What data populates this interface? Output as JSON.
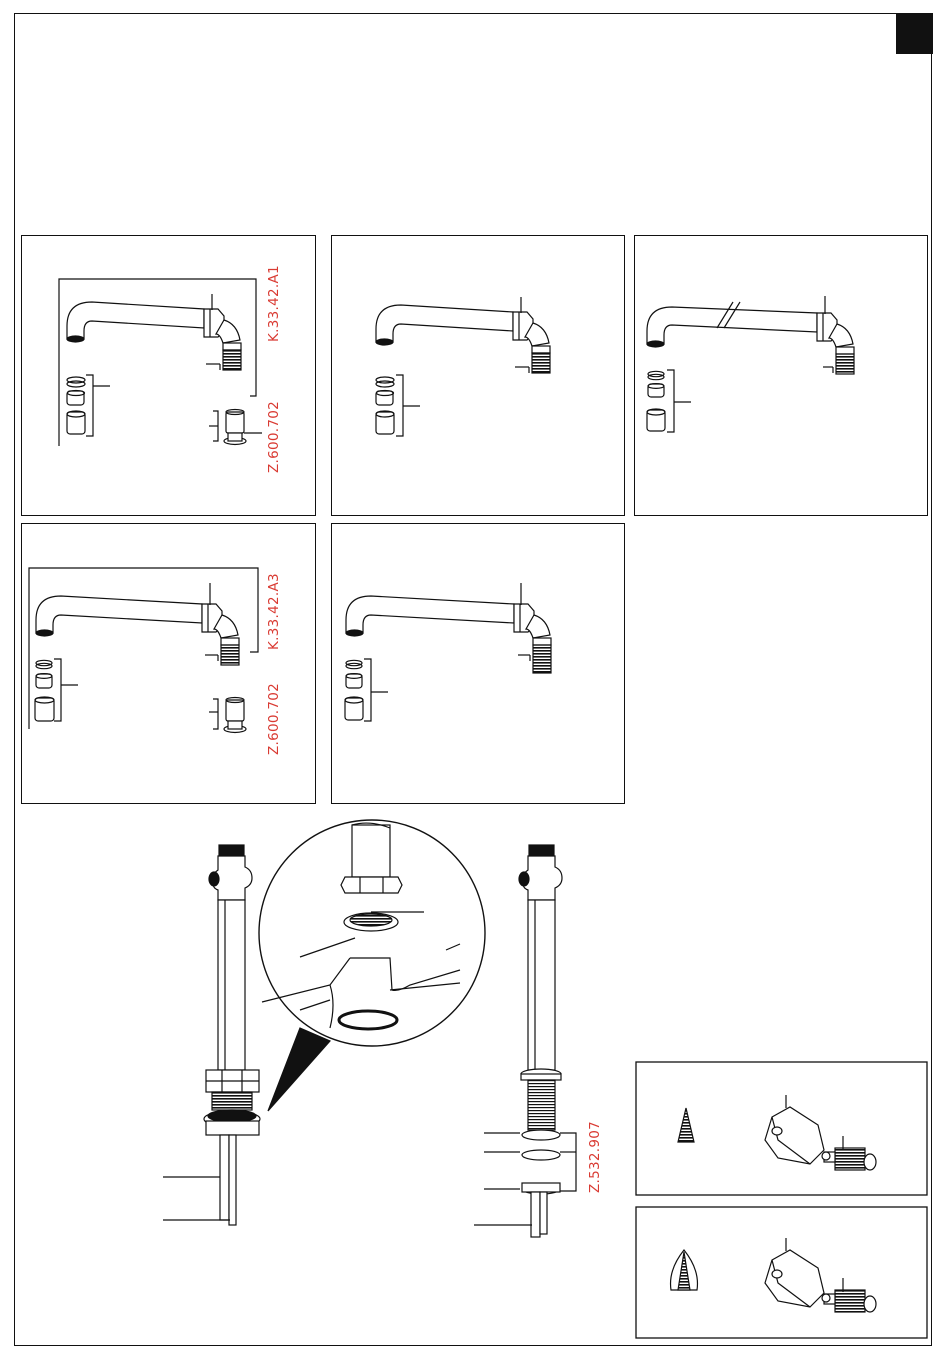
{
  "colors": {
    "line": "#111111",
    "accent": "#d93a32"
  },
  "part_codes": {
    "spout_a1": "K.33.42.A1",
    "spout_a3": "K.33.42.A3",
    "cap_1": "Z.600.702",
    "cap_2": "Z.600.702",
    "washers": "Z.532.907"
  },
  "panels": [
    {
      "id": "spout-set-1",
      "has_code": true
    },
    {
      "id": "spout-set-2",
      "has_code": false
    },
    {
      "id": "spout-set-3",
      "has_code": false,
      "note": "shortened"
    },
    {
      "id": "spout-set-4",
      "has_code": true
    },
    {
      "id": "spout-set-5",
      "has_code": false
    },
    {
      "id": "handle-set-1"
    },
    {
      "id": "handle-set-2"
    }
  ],
  "icons": [
    "spout-icon",
    "aerator-icon",
    "cap-icon",
    "pillar-icon",
    "magnifier-icon",
    "handle-icon",
    "cartridge-icon",
    "spline-icon"
  ]
}
